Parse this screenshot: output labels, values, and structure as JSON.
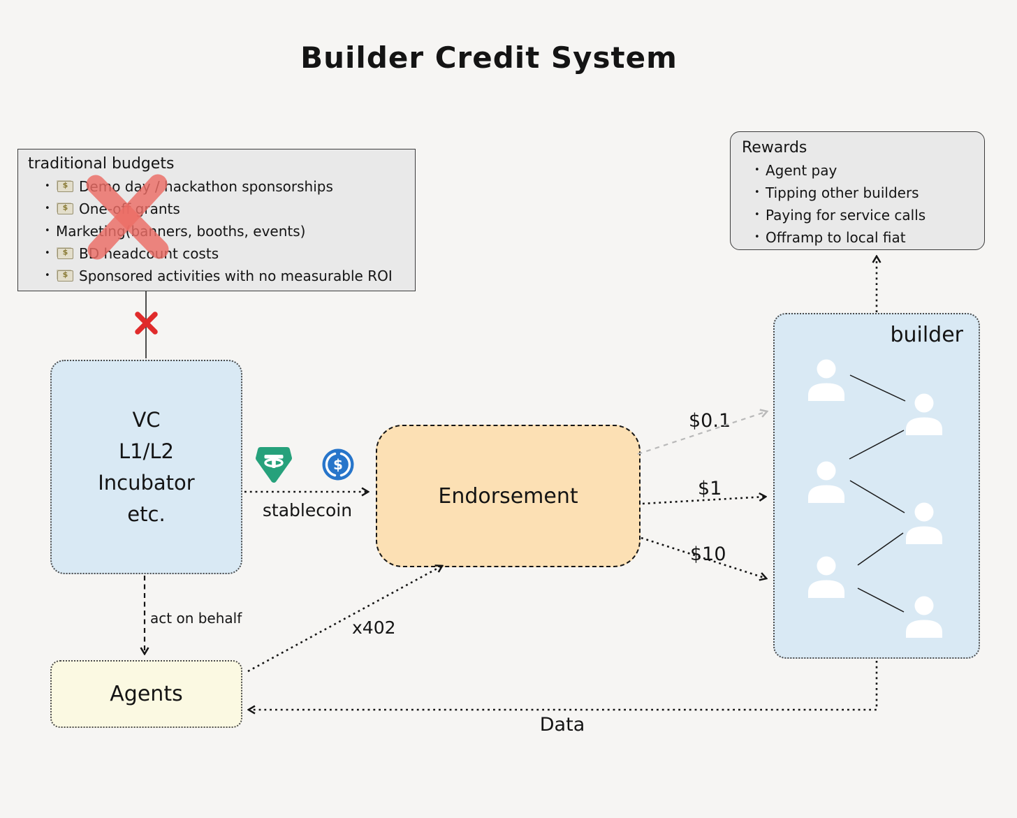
{
  "title": "Builder Credit System",
  "traditional_budgets": {
    "title": "traditional budgets",
    "items": [
      {
        "icon": "money-with-wings-icon",
        "text": "Demo day / hackathon sponsorships"
      },
      {
        "icon": "money-with-wings-icon",
        "text": "One-off grants"
      },
      {
        "icon": null,
        "text": "Marketing(banners, booths, events)"
      },
      {
        "icon": "money-with-wings-icon",
        "text": "BD headcount costs"
      },
      {
        "icon": "money-with-wings-icon",
        "text": "Sponsored activities with no measurable ROI"
      }
    ]
  },
  "rewards": {
    "title": "Rewards",
    "items": [
      "Agent pay",
      "Tipping other builders",
      "Paying for service calls",
      "Offramp to local fiat"
    ]
  },
  "nodes": {
    "vc": {
      "lines": [
        "VC",
        "L1/L2",
        "Incubator",
        "etc."
      ]
    },
    "endorsement": {
      "label": "Endorsement"
    },
    "builder": {
      "label": "builder",
      "person_count": 6
    },
    "agents": {
      "label": "Agents"
    }
  },
  "edges": {
    "stablecoin_label": "stablecoin",
    "tier1_label": "$0.1",
    "tier2_label": "$1",
    "tier3_label": "$10",
    "act_on_behalf_label": "act on behalf",
    "x402_label": "x402",
    "data_label": "Data"
  },
  "icons": {
    "tether": "tether-icon",
    "usdc": "usdc-icon",
    "money": "money-with-wings-icon",
    "person": "person-icon",
    "rejected": "red-cross-icon"
  },
  "colors": {
    "background": "#f6f5f3",
    "panel_gray": "#e9e9e9",
    "node_blue": "#d9e9f4",
    "endorsement_orange": "#fce0b4",
    "agents_cream": "#fbf9e2",
    "cross_red": "#e02b2b",
    "big_cross_red": "#ec6d65",
    "tether_teal": "#26a17b",
    "usdc_blue": "#2775ca",
    "gray_arrow": "#b9b9b9"
  }
}
